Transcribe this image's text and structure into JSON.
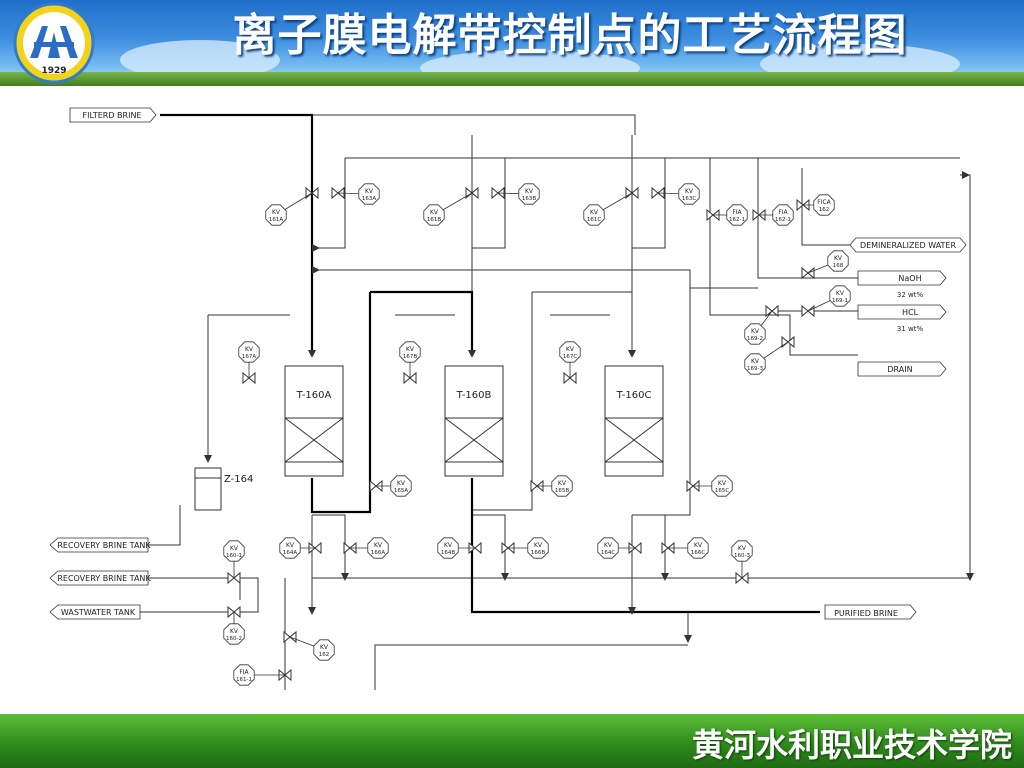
{
  "slide": {
    "title": "离子膜电解带控制点的工艺流程图",
    "footer": "黄河水利职业技术学院",
    "logo_year": "1929"
  },
  "diagram": {
    "streams": {
      "filtered_brine": "FILTERD BRINE",
      "demineralized_water": "DEMINERALIZED WATER",
      "naoh": "NaOH",
      "naoh_conc": "32 wt%",
      "hcl": "HCL",
      "hcl_conc": "31 wt%",
      "drain": "DRAIN",
      "recovery_brine_1": "RECOVERY BRINE TANK",
      "recovery_brine_2": "RECOVERY BRINE TANK",
      "wastewater": "WASTWATER TANK",
      "purified_brine": "PURIFIED BRINE"
    },
    "vessels": {
      "a": "T-160A",
      "b": "T-160B",
      "c": "T-160C",
      "z": "Z-164"
    },
    "valves": [
      {
        "kv": "KV",
        "tag": "161A"
      },
      {
        "kv": "KV",
        "tag": "163A"
      },
      {
        "kv": "KV",
        "tag": "161B"
      },
      {
        "kv": "KV",
        "tag": "163B"
      },
      {
        "kv": "KV",
        "tag": "161C"
      },
      {
        "kv": "KV",
        "tag": "163C"
      },
      {
        "kv": "FIA",
        "tag": "162-1"
      },
      {
        "kv": "FIA",
        "tag": "162-1"
      },
      {
        "kv": "FICA",
        "tag": "162"
      },
      {
        "kv": "KV",
        "tag": "168"
      },
      {
        "kv": "KV",
        "tag": "169-1"
      },
      {
        "kv": "KV",
        "tag": "169-2"
      },
      {
        "kv": "KV",
        "tag": "169-3"
      },
      {
        "kv": "KV",
        "tag": "167A"
      },
      {
        "kv": "KV",
        "tag": "167B"
      },
      {
        "kv": "KV",
        "tag": "167C"
      },
      {
        "kv": "KV",
        "tag": "165A"
      },
      {
        "kv": "KV",
        "tag": "165B"
      },
      {
        "kv": "KV",
        "tag": "165C"
      },
      {
        "kv": "KV",
        "tag": "164A"
      },
      {
        "kv": "KV",
        "tag": "166A"
      },
      {
        "kv": "KV",
        "tag": "164B"
      },
      {
        "kv": "KV",
        "tag": "166B"
      },
      {
        "kv": "KV",
        "tag": "164C"
      },
      {
        "kv": "KV",
        "tag": "166C"
      },
      {
        "kv": "KV",
        "tag": "160-1"
      },
      {
        "kv": "KV",
        "tag": "160-2"
      },
      {
        "kv": "KV",
        "tag": "160-3"
      },
      {
        "kv": "KV",
        "tag": "162"
      },
      {
        "kv": "FIA",
        "tag": "161-1"
      }
    ]
  }
}
